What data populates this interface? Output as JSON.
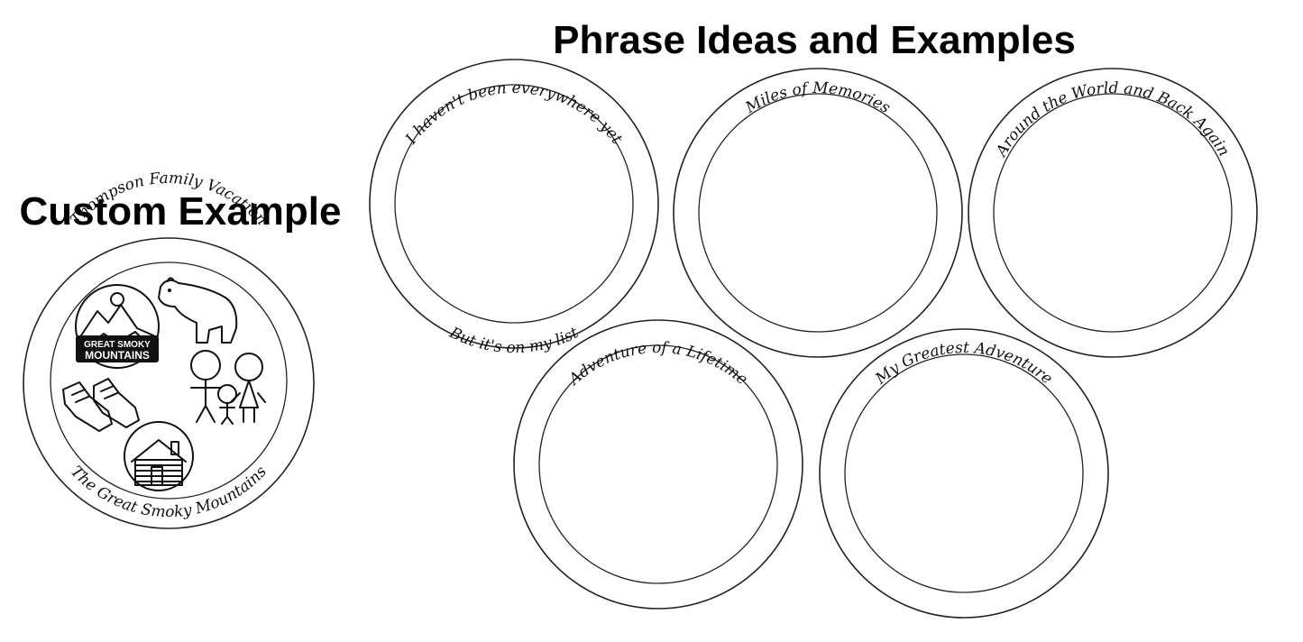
{
  "headings": {
    "custom": "Custom Example",
    "phrases": "Phrase Ideas and Examples"
  },
  "custom_example": {
    "top_text": "Thompson Family Vacation",
    "bottom_text": "The Great Smoky Mountains",
    "badge_line1": "GREAT SMOKY",
    "badge_line2": "MOUNTAINS",
    "icons": [
      "mountain-badge-icon",
      "bear-icon",
      "family-icon",
      "hiking-boots-icon",
      "log-cabin-icon"
    ]
  },
  "phrase_circles": [
    {
      "top_text": "I haven't been everywhere yet",
      "bottom_text": "But it's on my list"
    },
    {
      "top_text": "Miles of Memories",
      "bottom_text": ""
    },
    {
      "top_text": "Around the World and Back Again",
      "bottom_text": ""
    },
    {
      "top_text": "Adventure of a Lifetime",
      "bottom_text": ""
    },
    {
      "top_text": "My Greatest Adventure",
      "bottom_text": ""
    }
  ]
}
